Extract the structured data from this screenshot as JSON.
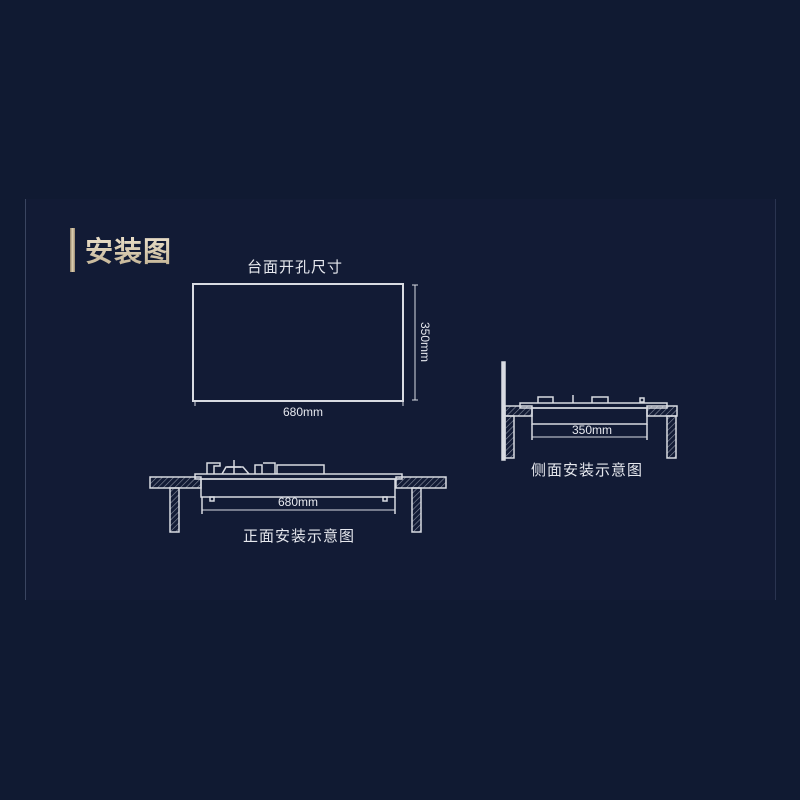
{
  "title": "安装图",
  "colors": {
    "background": "#101a32",
    "panel": "#121b35",
    "line": "#d8dbe2",
    "title_gold": "#d8ccb2"
  },
  "cutout": {
    "label": "台面开孔尺寸",
    "width_label": "680mm",
    "height_label": "350mm"
  },
  "front_view": {
    "label": "正面安装示意图",
    "width_label": "680mm"
  },
  "side_view": {
    "label": "侧面安装示意图",
    "width_label": "350mm"
  }
}
